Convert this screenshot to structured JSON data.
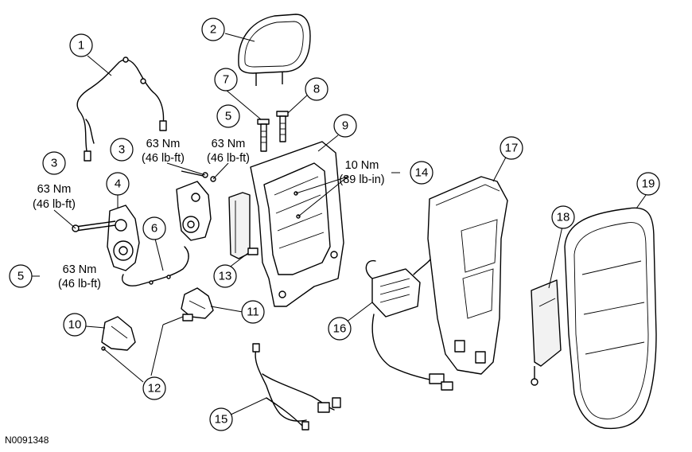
{
  "diagram_id": "N0091348",
  "callouts": {
    "c1": "1",
    "c2": "2",
    "c3a": "3",
    "c3b": "3",
    "c4": "4",
    "c5a": "5",
    "c5b": "5",
    "c6": "6",
    "c7": "7",
    "c8": "8",
    "c9": "9",
    "c10": "10",
    "c11": "11",
    "c12": "12",
    "c13": "13",
    "c14": "14",
    "c15": "15",
    "c16": "16",
    "c17": "17",
    "c18": "18",
    "c19": "19"
  },
  "torques": {
    "t3_top": {
      "metric": "63 Nm",
      "imperial": "(46 lb-ft)"
    },
    "t5_top": {
      "metric": "63 Nm",
      "imperial": "(46 lb-ft)"
    },
    "t3_left": {
      "metric": "63 Nm",
      "imperial": "(46 lb-ft)"
    },
    "t5_left": {
      "metric": "63 Nm",
      "imperial": "(46 lb-ft)"
    },
    "t14": {
      "metric": "10 Nm",
      "imperial": "(89 lb-in)"
    }
  }
}
